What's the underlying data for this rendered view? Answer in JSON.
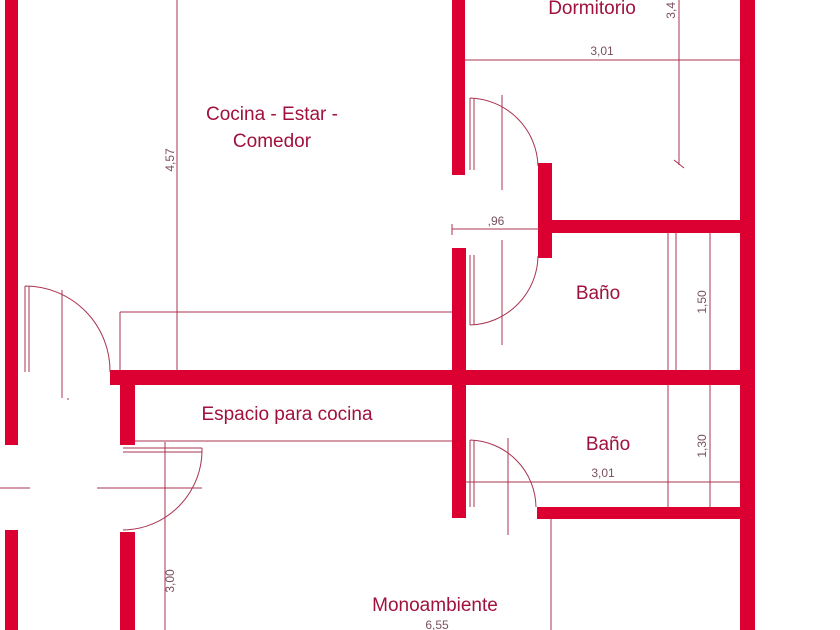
{
  "rooms": {
    "dormitorio": "Dormitorio",
    "cocina_line1": "Cocina - Estar -",
    "cocina_line2": "Comedor",
    "bano_1": "Baño",
    "bano_2": "Baño",
    "espacio_cocina": "Espacio para cocina",
    "monoambiente": "Monoambiente"
  },
  "dimensions": {
    "dormitorio_width": "3,01",
    "dormitorio_height": "3,4",
    "cocina_height": "4,57",
    "door_width": ",96",
    "bano1_height": "1,50",
    "bano2_height": "1,30",
    "bano2_width": "3,01",
    "mono_height": "3,00",
    "mono_width": "6,55"
  },
  "colors": {
    "wall": "#dc0032",
    "text": "#a0123d"
  }
}
